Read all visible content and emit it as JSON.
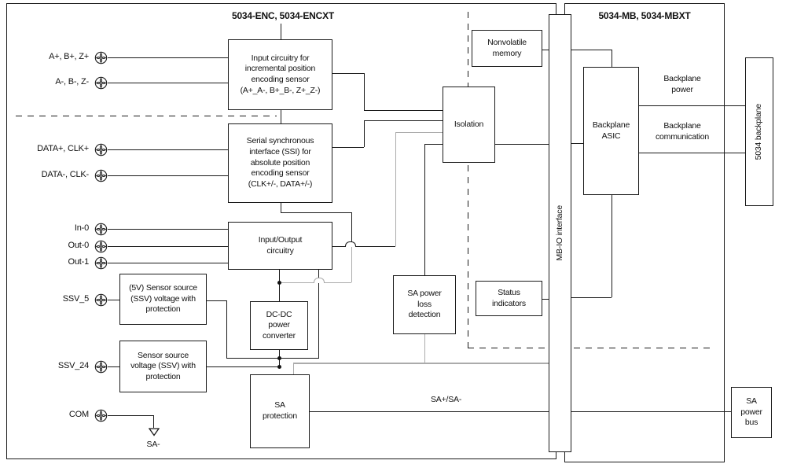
{
  "left_module": {
    "title": "5034-ENC, 5034-ENCXT"
  },
  "right_module": {
    "title": "5034-MB, 5034-MBXT"
  },
  "terminals": [
    {
      "label": "A+, B+, Z+"
    },
    {
      "label": "A-, B-, Z-"
    },
    {
      "label": "DATA+, CLK+"
    },
    {
      "label": "DATA-, CLK-"
    },
    {
      "label": "In-0"
    },
    {
      "label": "Out-0"
    },
    {
      "label": "Out-1"
    },
    {
      "label": "SSV_5"
    },
    {
      "label": "SSV_24"
    },
    {
      "label": "COM"
    }
  ],
  "blocks": {
    "input_circuitry": {
      "label": "Input circuitry for\nincremental position\nencoding sensor\n(A+_A-, B+_B-, Z+_Z-)"
    },
    "ssi": {
      "label": "Serial synchronous\ninterface (SSI) for\nabsolute position\nencoding sensor\n(CLK+/-, DATA+/-)"
    },
    "io": {
      "label": "Input/Output\ncircuitry"
    },
    "ssv5": {
      "label": "(5V) Sensor source\n(SSV) voltage with\nprotection"
    },
    "ssv24": {
      "label": "Sensor source\nvoltage (SSV) with\nprotection"
    },
    "dcdc": {
      "label": "DC-DC\npower\nconverter"
    },
    "sa_protection": {
      "label": "SA\nprotection"
    },
    "isolation": {
      "label": "Isolation"
    },
    "sa_power_loss": {
      "label": "SA power\nloss\ndetection"
    },
    "nonvolatile": {
      "label": "Nonvolatile\nmemory"
    },
    "status": {
      "label": "Status\nindicators"
    },
    "mb_io": {
      "label": "MB-IO interface"
    },
    "asic": {
      "label": "Backplane\nASIC"
    },
    "backplane_5034": {
      "label": "5034 backplane"
    },
    "sa_power_bus": {
      "label": "SA\npower\nbus"
    }
  },
  "labels": {
    "backplane_power": "Backplane\npower",
    "backplane_communication": "Backplane\ncommunication",
    "sa_line": "SA+/SA-",
    "sa_minus_ground": "SA-"
  },
  "colors": {
    "line": "#1a1a1a",
    "gray_line": "#ababab"
  }
}
